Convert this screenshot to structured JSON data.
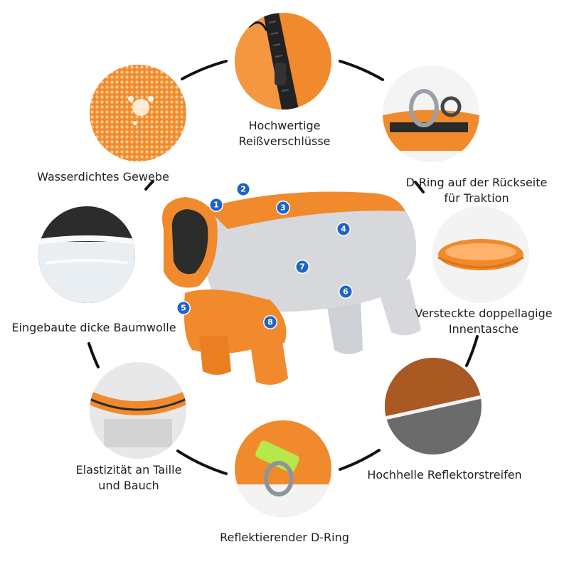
{
  "features": [
    {
      "id": "waterproof",
      "lines": [
        "Wasserdichtes Gewebe"
      ]
    },
    {
      "id": "zipper",
      "lines": [
        "Hochwertige",
        "Reißverschlüsse"
      ]
    },
    {
      "id": "dring_back",
      "lines": [
        "D-Ring auf der Rückseite",
        "für Traktion"
      ]
    },
    {
      "id": "pocket",
      "lines": [
        "Versteckte doppellagige",
        "Innentasche"
      ]
    },
    {
      "id": "reflector",
      "lines": [
        "Hochhelle Reflektorstreifen"
      ]
    },
    {
      "id": "reflective_dring",
      "lines": [
        "Reflektierender D-Ring"
      ]
    },
    {
      "id": "elastic",
      "lines": [
        "Elastizität an Taille",
        "und Bauch"
      ]
    },
    {
      "id": "cotton",
      "lines": [
        "Eingebaute dicke Baumwolle"
      ]
    }
  ],
  "badges": [
    "1",
    "2",
    "3",
    "4",
    "5",
    "6",
    "7",
    "8"
  ],
  "colors": {
    "orange": "#f08a2c",
    "silver": "#d6d8dc",
    "badge": "#1f63c9",
    "ring": "#111111"
  }
}
